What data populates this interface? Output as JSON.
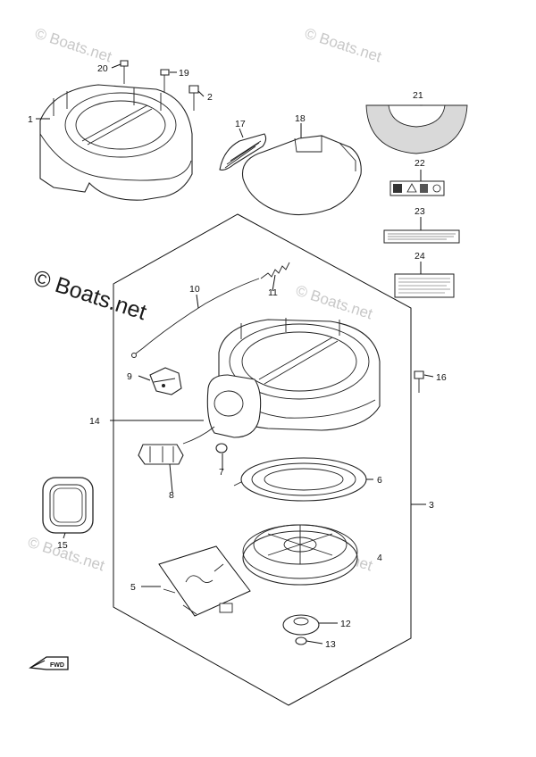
{
  "watermarks": {
    "small_text": "© Boats.net",
    "large_text": "© Boats.net"
  },
  "callouts": [
    {
      "id": "c1",
      "num": "1"
    },
    {
      "id": "c2",
      "num": "2"
    },
    {
      "id": "c3",
      "num": "3"
    },
    {
      "id": "c4",
      "num": "4"
    },
    {
      "id": "c5",
      "num": "5"
    },
    {
      "id": "c6",
      "num": "6"
    },
    {
      "id": "c7",
      "num": "7"
    },
    {
      "id": "c8",
      "num": "8"
    },
    {
      "id": "c9",
      "num": "9"
    },
    {
      "id": "c10",
      "num": "10"
    },
    {
      "id": "c11",
      "num": "11"
    },
    {
      "id": "c12",
      "num": "12"
    },
    {
      "id": "c13",
      "num": "13"
    },
    {
      "id": "c14",
      "num": "14"
    },
    {
      "id": "c15",
      "num": "15"
    },
    {
      "id": "c16",
      "num": "16"
    },
    {
      "id": "c17",
      "num": "17"
    },
    {
      "id": "c18",
      "num": "18"
    },
    {
      "id": "c19",
      "num": "19"
    },
    {
      "id": "c20",
      "num": "20"
    },
    {
      "id": "c21",
      "num": "21"
    },
    {
      "id": "c22",
      "num": "22"
    },
    {
      "id": "c23",
      "num": "23"
    },
    {
      "id": "c24",
      "num": "24"
    }
  ],
  "direction_marker": "FWD"
}
